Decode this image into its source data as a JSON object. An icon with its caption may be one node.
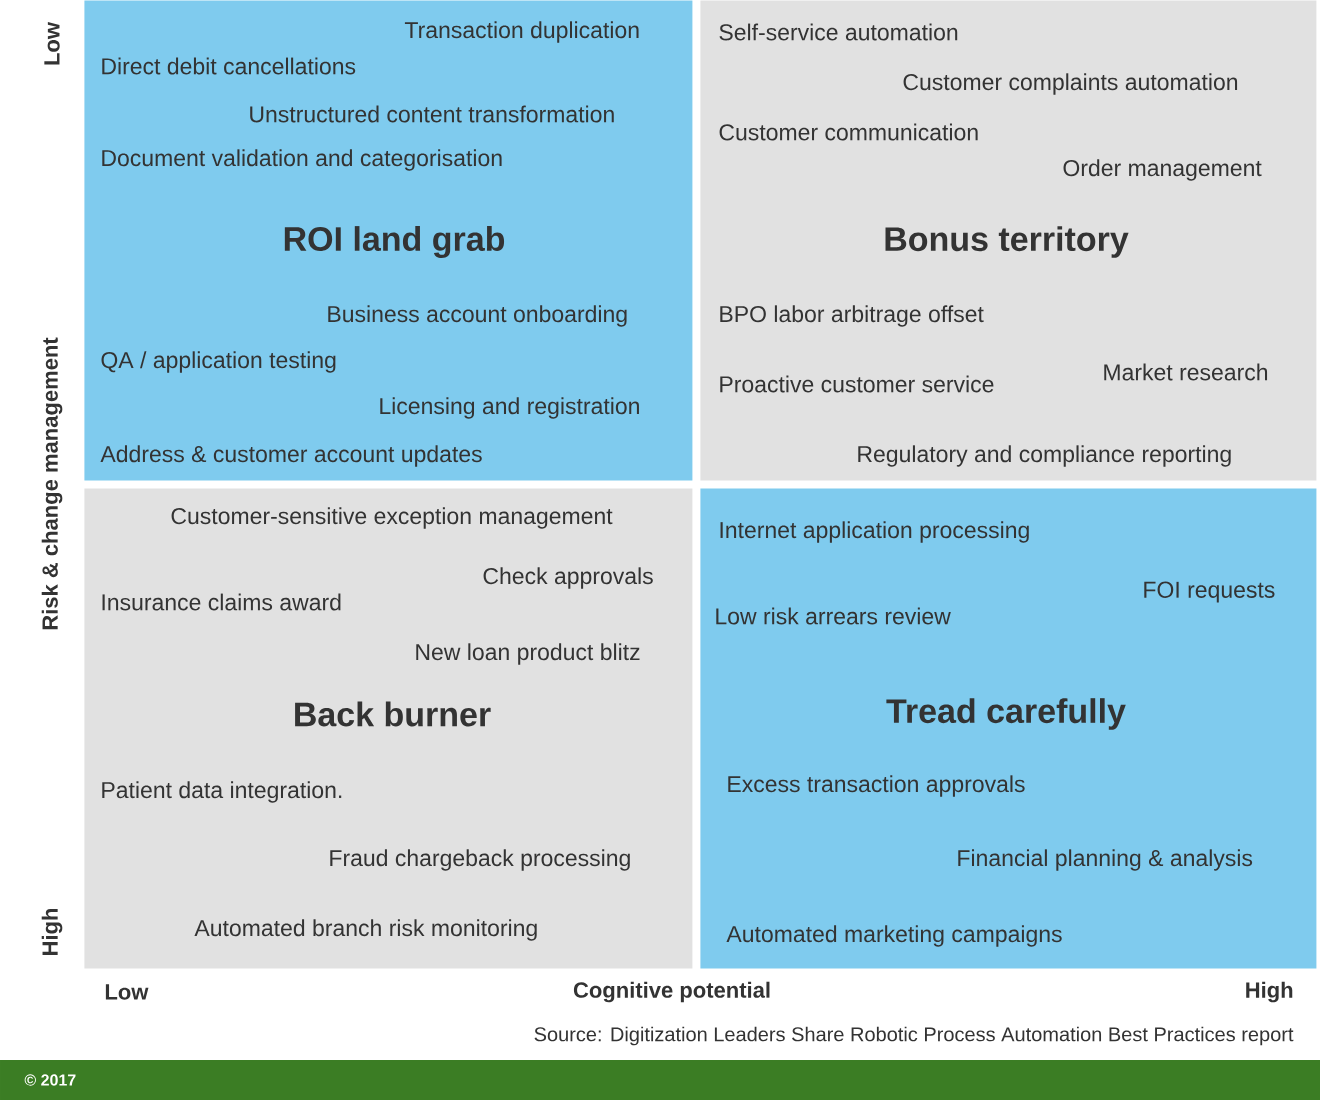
{
  "diagram": {
    "nodes": [
      {
        "text": [
          "ROI land grab",
          "Transaction duplication",
          "Direct debit cancellations",
          "Unstructured content transformation",
          "Document validation and categorisation",
          "Business account onboarding",
          "QA / application testing",
          "Licensing and registration",
          "Address & customer account updates"
        ]
      },
      {
        "text": [
          "Bonus territory",
          "Self-service automation",
          "Customer complaints automation",
          "Customer communication",
          "Order management",
          "BPO labor arbitrage offset",
          "Market research",
          "Proactive customer service",
          "Regulatory and compliance reporting"
        ]
      },
      {
        "text": [
          "Back burner",
          "Customer-sensitive exception management",
          "Check approvals",
          "Insurance claims award",
          "New loan product blitz",
          "Patient data integration.",
          "Fraud chargeback processing",
          "Automated branch risk monitoring"
        ]
      },
      {
        "text": [
          "Tread carefully",
          "Internet application processing",
          "FOI requests",
          "Low risk arrears review",
          "Excess transaction approvals",
          "Financial planning & analysis",
          "Automated marketing campaigns"
        ]
      }
    ],
    "labels": [
      "Low",
      "Risk & change management",
      "High",
      "Low",
      "Cognitive potential",
      "High",
      "Source: Digitization Leaders Share Robotic Process Automation Best Practices report",
      "© 2017"
    ]
  }
}
